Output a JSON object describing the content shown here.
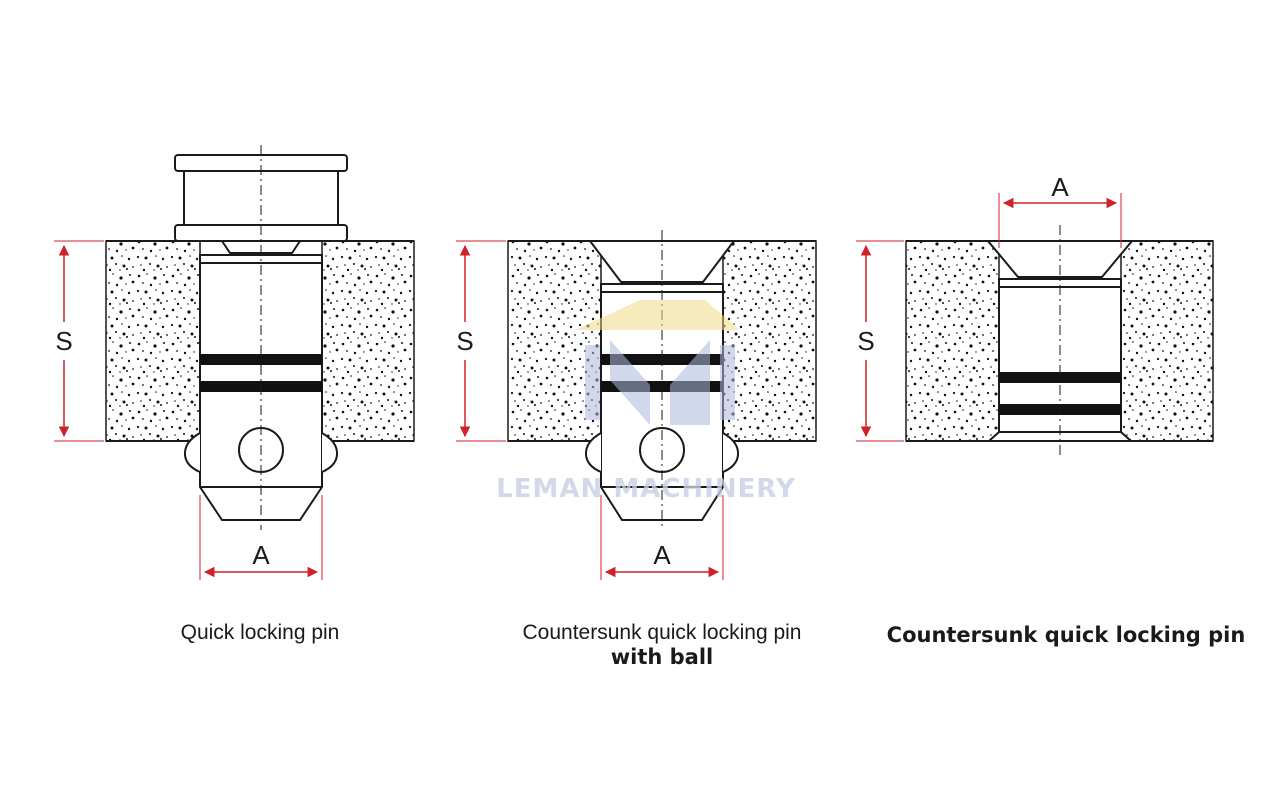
{
  "diagrams": [
    {
      "id": "quick",
      "caption_line1": "Quick locking pin",
      "caption_line2": "",
      "dim_s": "S",
      "dim_a": "A"
    },
    {
      "id": "countersunk-ball",
      "caption_line1": "Countersunk quick locking pin",
      "caption_line2": "with ball",
      "dim_s": "S",
      "dim_a": "A"
    },
    {
      "id": "countersunk",
      "caption_line1": "Countersunk quick locking pin",
      "caption_line2": "",
      "dim_s": "S",
      "dim_a": "A"
    }
  ],
  "watermark": {
    "text": "LEMAN MACHINERY"
  },
  "colors": {
    "dimension": "#d0202a",
    "line": "#1a1a1a",
    "band": "#111111",
    "watermark": "#c8cfe6"
  }
}
